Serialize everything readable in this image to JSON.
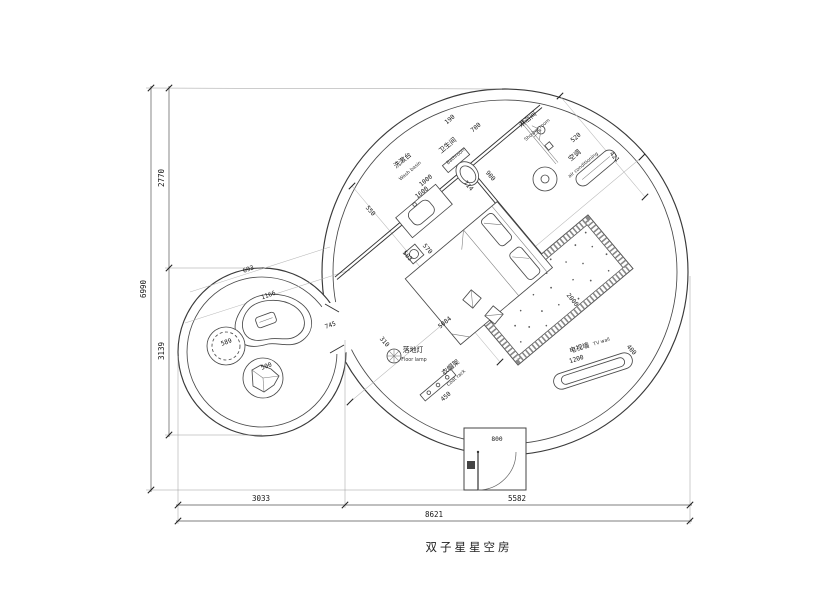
{
  "title": "双子星星空房",
  "rooms": {
    "wash_basin": {
      "cn": "洗漱台",
      "en": "Wash basin"
    },
    "bathroom": {
      "cn": "卫生间",
      "en": "Bathroom"
    },
    "shower": {
      "cn": "淋浴间",
      "en": "Shower room"
    },
    "ac": {
      "cn": "空调",
      "en": "air conditioning"
    },
    "floor_lamp": {
      "cn": "落地灯",
      "en": "Floor lamp"
    },
    "coat_rack": {
      "cn": "衣帽架",
      "en": "Coat rack"
    },
    "tv_wall": {
      "cn": "电视墙",
      "en": "TV wall"
    }
  },
  "dims": {
    "d6990": "6990",
    "d2770": "2770",
    "d3139": "3139",
    "d8621": "8621",
    "d3033": "3033",
    "d5582": "5582",
    "d190": "190",
    "d700": "700",
    "d520": "520",
    "d421": "421",
    "d714": "714",
    "d900": "900",
    "d1000": "1000",
    "d1600": "1600",
    "d550": "550",
    "d503": "503",
    "d570": "570",
    "d2000": "2000",
    "d5084": "5084",
    "d693": "693",
    "d1166": "1166",
    "d745": "745",
    "d310": "310",
    "d589": "589",
    "d500": "500",
    "d450": "450",
    "d400": "400",
    "d1200": "1200",
    "d800": "800"
  }
}
